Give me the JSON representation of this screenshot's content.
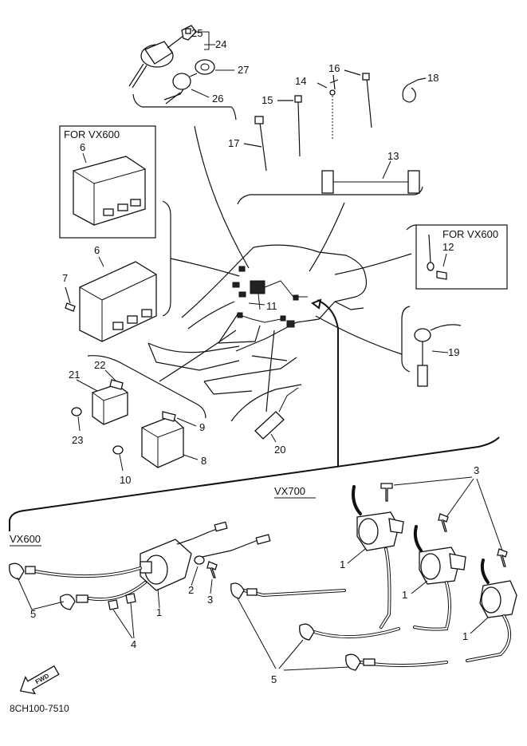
{
  "diagram": {
    "callouts": {
      "c1_vx600": "1",
      "c1_vx700_a": "1",
      "c1_vx700_b": "1",
      "c1_vx700_c": "1",
      "c2": "2",
      "c3_vx600": "3",
      "c3_vx700": "3",
      "c4": "4",
      "c5_vx600": "5",
      "c5_vx700": "5",
      "c6_box": "6",
      "c6": "6",
      "c7": "7",
      "c8": "8",
      "c9": "9",
      "c10": "10",
      "c11": "11",
      "c12": "12",
      "c13": "13",
      "c14": "14",
      "c15": "15",
      "c16": "16",
      "c17": "17",
      "c18": "18",
      "c19": "19",
      "c20": "20",
      "c21": "21",
      "c22": "22",
      "c23": "23",
      "c24": "24",
      "c25": "25",
      "c26": "26",
      "c27": "27"
    },
    "box_for_vx600_left": "FOR VX600",
    "box_for_vx600_right": "FOR VX600",
    "section_vx700": "VX700",
    "section_vx600": "VX600",
    "fwd_label": "FWD",
    "figure_code": "8CH100-7510"
  }
}
